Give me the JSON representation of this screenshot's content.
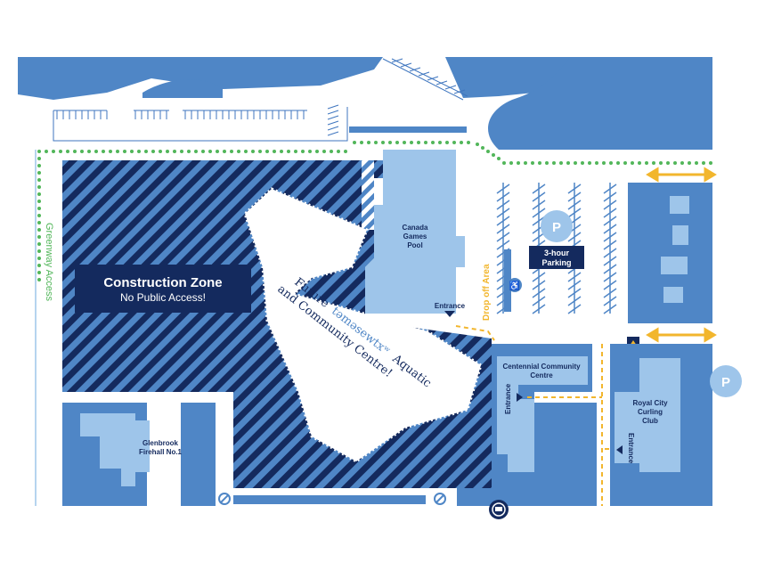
{
  "colors": {
    "block": "#4f86c6",
    "building": "#9ec5ea",
    "dark": "#142a5e",
    "light_stripe": "#4f86c6",
    "greenway": "#52b65a",
    "yellow": "#f2b62d",
    "white": "#ffffff",
    "lot_line": "#3f76bf"
  },
  "construction_zone": {
    "title": "Construction Zone",
    "subtitle": "No Public Access!"
  },
  "future_centre": {
    "line1_prefix": "Future",
    "line1_name": "təməsewtxʷ",
    "line1_suffix": "Aquatic",
    "line2": "and Community Centre!"
  },
  "buildings": {
    "canada_games_pool_1": "Canada",
    "canada_games_pool_2": "Games",
    "canada_games_pool_3": "Pool",
    "centennial": "Centennial Community",
    "centennial_2": "Centre",
    "royal_city_1": "Royal City",
    "royal_city_2": "Curling",
    "royal_city_3": "Club",
    "glenbrook_1": "Glenbrook",
    "glenbrook_2": "Firehall No.1"
  },
  "labels": {
    "entrance_pool": "Entrance",
    "entrance_centennial": "Entrance",
    "entrance_curling": "Entrance",
    "drop_off": "Drop off Area",
    "greenway": "Greenway Access",
    "three_hour_1": "3-hour",
    "three_hour_2": "Parking",
    "parking_letter_1": "P",
    "parking_letter_2": "P"
  },
  "icons": [
    "accessible-parking-icon",
    "no-entry-icon",
    "bus-stop-icon",
    "parking-icon",
    "entrance-arrow-icon",
    "two-way-arrow-icon"
  ]
}
